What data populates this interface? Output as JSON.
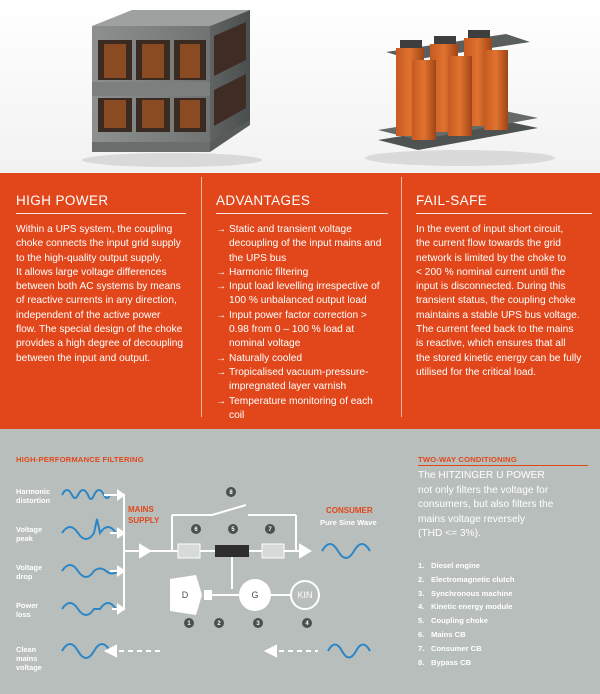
{
  "columns": {
    "high_power": {
      "title": "HIGH POWER",
      "lines": [
        "Within a UPS system, the coupling",
        "choke connects the input grid supply",
        "to the high-quality output supply.",
        "It allows large voltage differences",
        "between both AC systems by means",
        "of reactive currents in any direction,",
        "independent of the active power",
        "flow. The special design of the choke",
        "provides a high degree of decoupling",
        "between the input and output."
      ]
    },
    "advantages": {
      "title": "ADVANTAGES",
      "items": [
        "Static and transient voltage decoupling of the input mains and the UPS bus",
        "Harmonic filtering",
        "Input load levelling irrespective of 100 % unbalanced output load",
        "Input power factor correction > 0.98 from 0 – 100 % load at nominal voltage",
        "Naturally cooled",
        "Tropicalised vacuum-pressure-impregnated layer varnish",
        "Temperature monitoring of each coil"
      ]
    },
    "fail_safe": {
      "title": "FAIL-SAFE",
      "lines": [
        "In the event of input short circuit,",
        "the current flow towards the grid",
        "network is limited by the choke to",
        "< 200 % nominal current until the",
        "input is disconnected. During this",
        "transient status, the coupling choke",
        "maintains a stable UPS bus voltage.",
        "The current feed back to the mains",
        "is reactive, which ensures that all",
        "the stored kinetic energy can be fully",
        "utilised for the critical load."
      ]
    }
  },
  "diagram": {
    "title": "HIGH-PERFORMANCE FILTERING",
    "left_labels": {
      "harmonic": [
        "Harmonic",
        "distortion"
      ],
      "peak": [
        "Voltage",
        "peak"
      ],
      "drop": [
        "Voltage",
        "drop"
      ],
      "loss": [
        "Power",
        "loss"
      ],
      "clean": [
        "Clean",
        "mains",
        "voltage"
      ]
    },
    "mains_supply": [
      "MAINS",
      "SUPPLY"
    ],
    "consumer": "CONSUMER",
    "pure_sine": "Pure Sine Wave",
    "symbols": {
      "diesel": "D",
      "generator": "G",
      "kinetic": "KIN"
    },
    "numbers": [
      "1",
      "2",
      "3",
      "4",
      "5",
      "6",
      "7",
      "8"
    ]
  },
  "two_way": {
    "title": "TWO-WAY CONDITIONING",
    "lines": [
      "The HITZINGER U POWER",
      "not only filters the voltage for",
      "consumers, but also filters the",
      "mains voltage reversely",
      "(THD <= 3%)."
    ],
    "legend": [
      {
        "n": "1.",
        "label": "Diesel engine"
      },
      {
        "n": "2.",
        "label": "Electromagnetic clutch"
      },
      {
        "n": "3.",
        "label": "Synchronous machine"
      },
      {
        "n": "4.",
        "label": "Kinetic energy module"
      },
      {
        "n": "5.",
        "label": "Coupling choke"
      },
      {
        "n": "6.",
        "label": "Mains CB"
      },
      {
        "n": "7.",
        "label": "Consumer CB"
      },
      {
        "n": "8.",
        "label": "Bypass CB"
      }
    ]
  },
  "colors": {
    "orange": "#e2471b",
    "gray_panel": "#b8bebb",
    "wave_blue": "#2c86c6"
  }
}
